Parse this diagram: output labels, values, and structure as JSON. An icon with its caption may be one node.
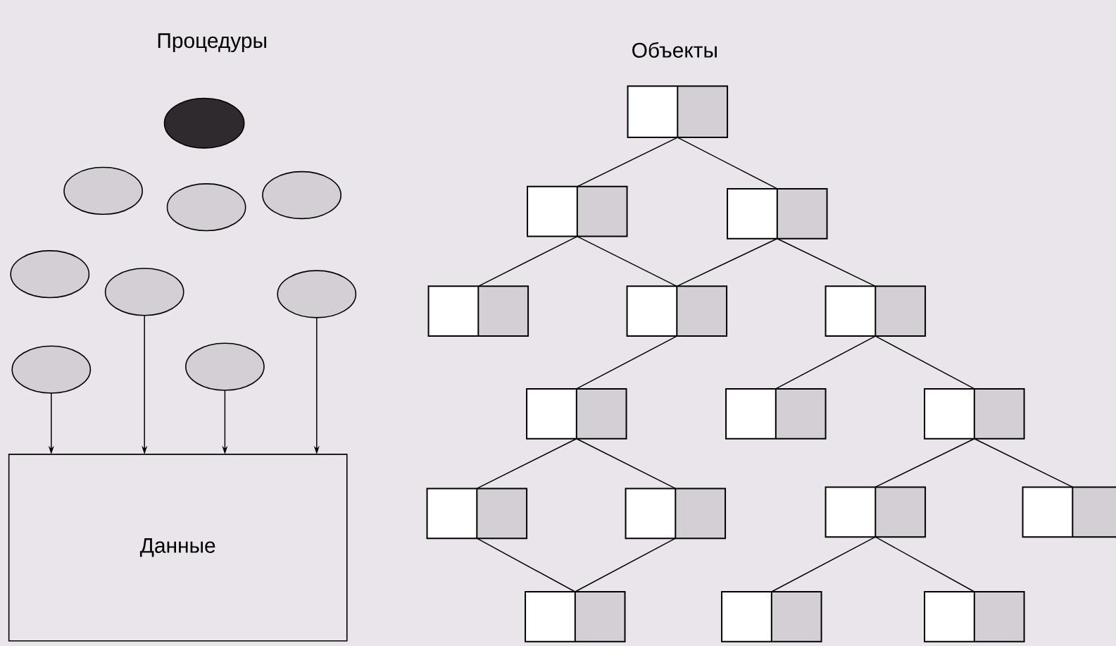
{
  "diagram": {
    "nodes": [
      {
        "text": [],
        "shape": "ellipse"
      },
      {
        "text": [],
        "shape": "ellipse"
      },
      {
        "text": [],
        "shape": "ellipse"
      },
      {
        "text": [],
        "shape": "ellipse"
      },
      {
        "text": [],
        "shape": "ellipse"
      },
      {
        "text": [],
        "shape": "ellipse"
      },
      {
        "text": [],
        "shape": "ellipse"
      },
      {
        "text": [],
        "shape": "ellipse"
      },
      {
        "text": [],
        "shape": "ellipse"
      },
      {
        "text": [
          "Данные"
        ]
      },
      {
        "text": [],
        "shape": "box"
      },
      {
        "text": [],
        "shape": "box"
      },
      {
        "text": [],
        "shape": "box"
      },
      {
        "text": [],
        "shape": "box"
      },
      {
        "text": [],
        "shape": "box"
      },
      {
        "text": [],
        "shape": "box"
      },
      {
        "text": [],
        "shape": "box"
      },
      {
        "text": [],
        "shape": "box"
      },
      {
        "text": [],
        "shape": "box"
      },
      {
        "text": [],
        "shape": "box"
      },
      {
        "text": [],
        "shape": "box"
      },
      {
        "text": [],
        "shape": "box"
      },
      {
        "text": [],
        "shape": "box"
      },
      {
        "text": [],
        "shape": "box"
      },
      {
        "text": [],
        "shape": "box"
      },
      {
        "text": [],
        "shape": "box"
      }
    ],
    "edges": [
      {
        "from": 7,
        "to": 9,
        "arrow": "to"
      },
      {
        "from": 5,
        "to": 9,
        "arrow": "to"
      },
      {
        "from": 8,
        "to": 9,
        "arrow": "to"
      },
      {
        "from": 6,
        "to": 9,
        "arrow": "to"
      },
      {
        "from": 10,
        "to": 11,
        "arrow": "none"
      },
      {
        "from": 10,
        "to": 12,
        "arrow": "none"
      },
      {
        "from": 11,
        "to": 13,
        "arrow": "none"
      },
      {
        "from": 11,
        "to": 14,
        "arrow": "none"
      },
      {
        "from": 12,
        "to": 14,
        "arrow": "none"
      },
      {
        "from": 12,
        "to": 15,
        "arrow": "none"
      },
      {
        "from": 14,
        "to": 16,
        "arrow": "none"
      },
      {
        "from": 15,
        "to": 17,
        "arrow": "none"
      },
      {
        "from": 15,
        "to": 18,
        "arrow": "none"
      },
      {
        "from": 16,
        "to": 19,
        "arrow": "none"
      },
      {
        "from": 16,
        "to": 20,
        "arrow": "none"
      },
      {
        "from": 18,
        "to": 21,
        "arrow": "none"
      },
      {
        "from": 18,
        "to": 22,
        "arrow": "none"
      },
      {
        "from": 19,
        "to": 23,
        "arrow": "none"
      },
      {
        "from": 20,
        "to": 23,
        "arrow": "none"
      },
      {
        "from": 21,
        "to": 24,
        "arrow": "none"
      },
      {
        "from": 21,
        "to": 25,
        "arrow": "none"
      }
    ],
    "labels": [
      "Процедуры",
      "Объекты"
    ]
  }
}
